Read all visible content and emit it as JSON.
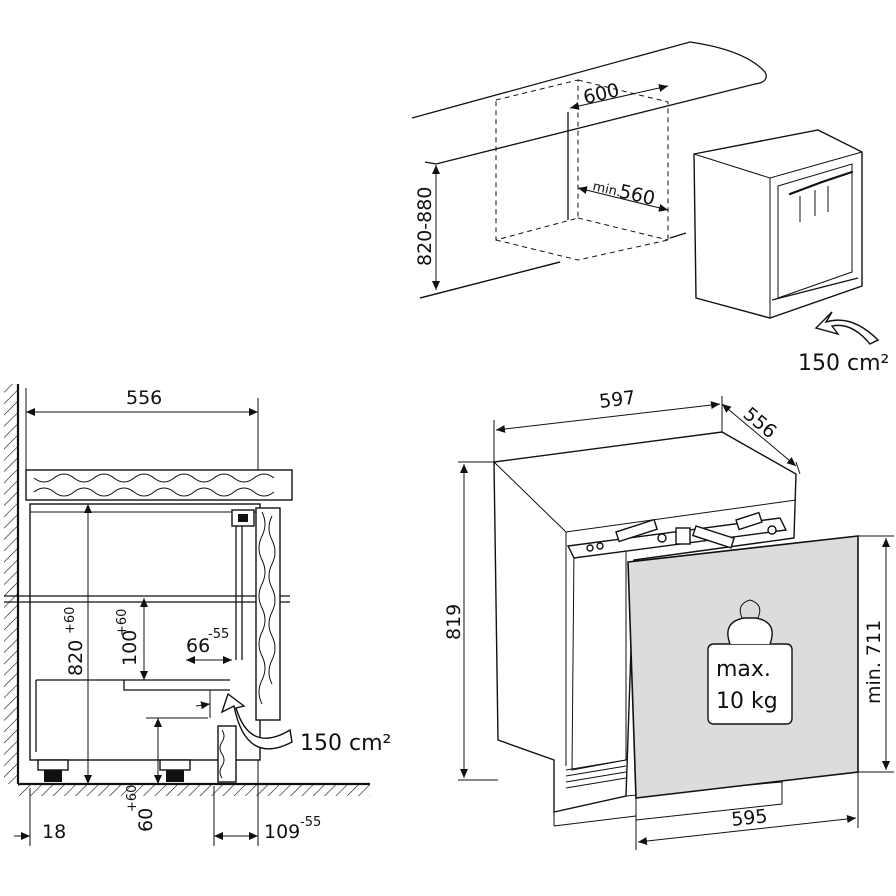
{
  "top_view": {
    "width_600": "600",
    "min_label": "min.",
    "depth_560": "560",
    "height_range": "820-880",
    "vent_area": "150 cm²"
  },
  "side_view": {
    "depth_556": "556",
    "height_820": "820",
    "height_820_tol": "+60",
    "height_100": "100",
    "height_100_tol": "+60",
    "gap_66": "66",
    "gap_66_tol": "-55",
    "vent_area": "150 cm²",
    "plinth_60": "60",
    "plinth_60_tol": "+60",
    "offset_18": "18",
    "offset_109": "109",
    "offset_109_tol": "-55"
  },
  "front_view": {
    "width_597": "597",
    "depth_556": "556",
    "height_819": "819",
    "door_min_label": "min. 711",
    "door_width_595": "595",
    "weight_label_1": "max.",
    "weight_label_2": "10 kg"
  },
  "colors": {
    "line": "#111111",
    "door_panel": "#dcdcdc",
    "background": "#ffffff"
  }
}
